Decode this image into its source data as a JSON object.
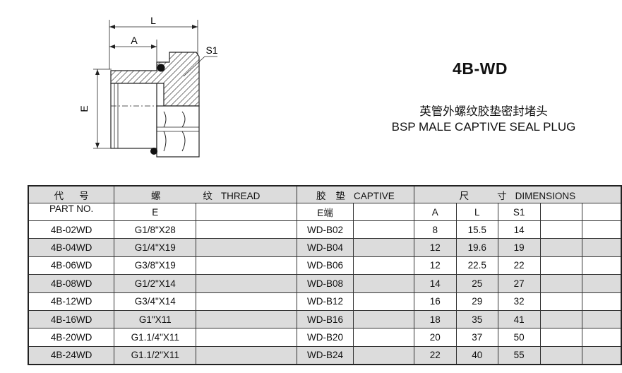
{
  "drawing": {
    "label_L": "L",
    "label_A": "A",
    "label_S1": "S1",
    "label_E": "E"
  },
  "product": {
    "code": "4B-WD",
    "title_cn": "英管外螺纹胶垫密封堵头",
    "title_en": "BSP MALE CAPTIVE SEAL PLUG"
  },
  "table": {
    "header": {
      "part_cn_1": "代",
      "part_cn_2": "号",
      "part_en": "PART NO.",
      "thread_cn_1": "螺",
      "thread_cn_2": "纹",
      "thread_en": "THREAD",
      "captive_cn_1": "胶",
      "captive_cn_2": "垫",
      "captive_en": "CAPTIVE",
      "dim_cn_1": "尺",
      "dim_cn_2": "寸",
      "dim_en": "DIMENSIONS",
      "sub_e": "E",
      "sub_e_end": "E端",
      "sub_a": "A",
      "sub_l": "L",
      "sub_s1": "S1"
    },
    "rows": [
      {
        "part": "4B-02WD",
        "thread": "G1/8\"X28",
        "captive": "WD-B02",
        "a": "8",
        "l": "15.5",
        "s1": "14"
      },
      {
        "part": "4B-04WD",
        "thread": "G1/4\"X19",
        "captive": "WD-B04",
        "a": "12",
        "l": "19.6",
        "s1": "19"
      },
      {
        "part": "4B-06WD",
        "thread": "G3/8\"X19",
        "captive": "WD-B06",
        "a": "12",
        "l": "22.5",
        "s1": "22"
      },
      {
        "part": "4B-08WD",
        "thread": "G1/2\"X14",
        "captive": "WD-B08",
        "a": "14",
        "l": "25",
        "s1": "27"
      },
      {
        "part": "4B-12WD",
        "thread": "G3/4\"X14",
        "captive": "WD-B12",
        "a": "16",
        "l": "29",
        "s1": "32"
      },
      {
        "part": "4B-16WD",
        "thread": "G1\"X11",
        "captive": "WD-B16",
        "a": "18",
        "l": "35",
        "s1": "41"
      },
      {
        "part": "4B-20WD",
        "thread": "G1.1/4\"X11",
        "captive": "WD-B20",
        "a": "20",
        "l": "37",
        "s1": "50"
      },
      {
        "part": "4B-24WD",
        "thread": "G1.1/2\"X11",
        "captive": "WD-B24",
        "a": "22",
        "l": "40",
        "s1": "55"
      }
    ]
  }
}
